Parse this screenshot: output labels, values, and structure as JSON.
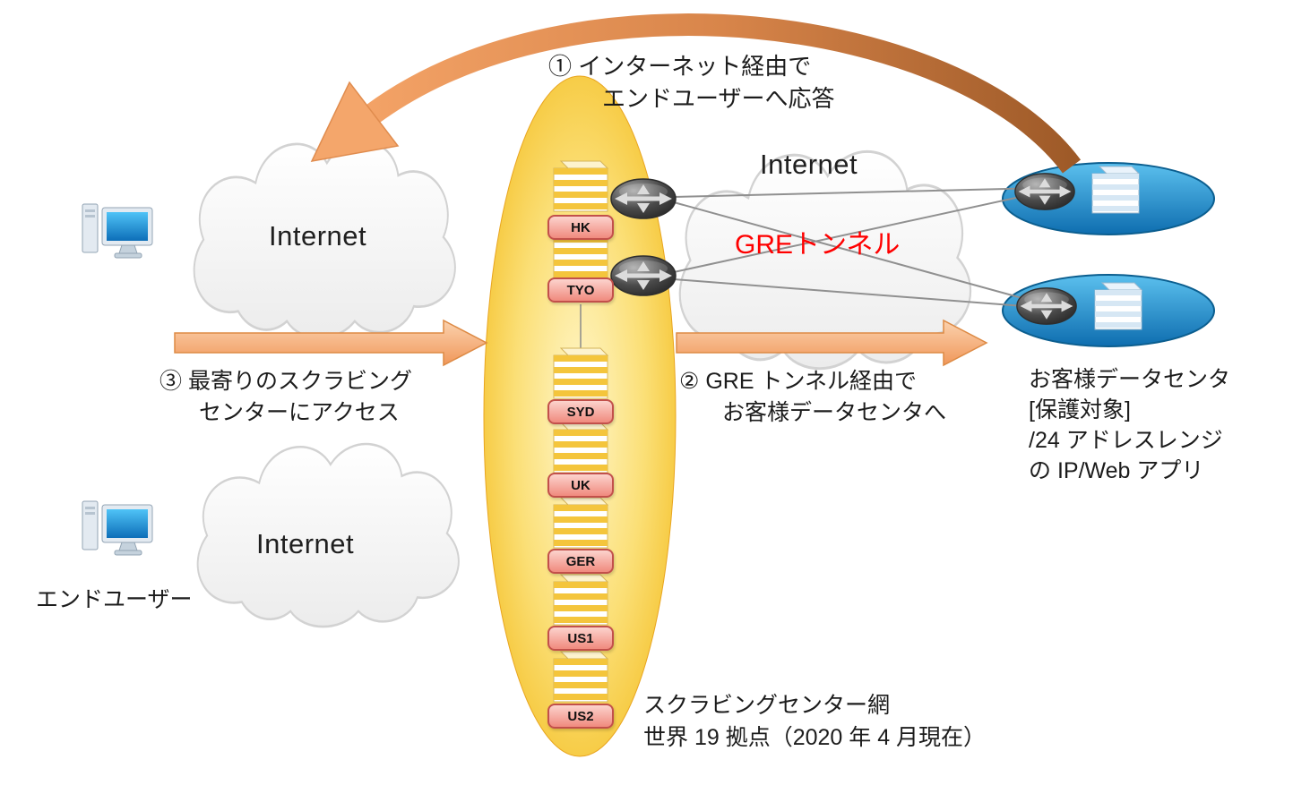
{
  "labels": {
    "step1_l1": "① インターネット経由で",
    "step1_l2": "エンドユーザーへ応答",
    "step3_l1": "③ 最寄りのスクラビング",
    "step3_l2": "センターにアクセス",
    "step2_l1": "② GRE トンネル経由で",
    "step2_l2": "お客様データセンタへ",
    "internet": "Internet",
    "gre_tunnel": "GREトンネル",
    "end_user": "エンドユーザー",
    "dc_l1": "お客様データセンタ",
    "dc_l2": "[保護対象]",
    "dc_l3": "/24 アドレスレンジ",
    "dc_l4": "の IP/Web アプリ",
    "note_l1": "スクラビングセンター網",
    "note_l2": "世界 19 拠点（2020 年 4 月現在）"
  },
  "scrubbing_centers": [
    "HK",
    "TYO",
    "SYD",
    "UK",
    "GER",
    "US1",
    "US2"
  ],
  "colors": {
    "scrubbing_ellipse_gold": "#EEA82A",
    "datacenter_blue": "#1173B4",
    "arrow_orange": "#F4A66B",
    "arrow_brown": "#9E5A28",
    "gre_text_red": "#FF0000",
    "center_chip_pink": "#F08A7E",
    "tunnel_line_gray": "#909090"
  }
}
